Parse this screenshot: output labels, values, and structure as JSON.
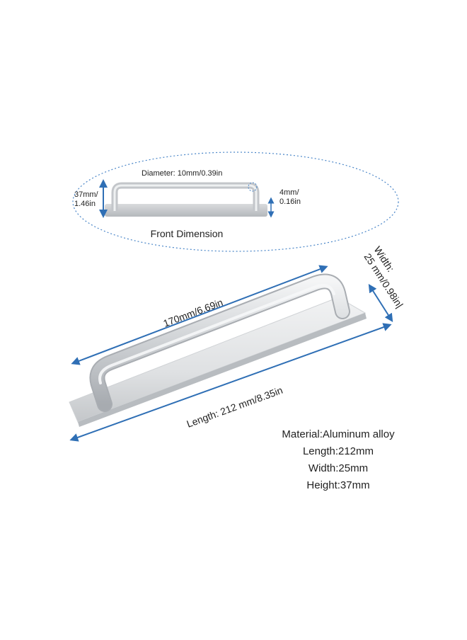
{
  "front_view": {
    "diameter_label": "Diameter: 10mm/0.39in",
    "height_label_line1": "37mm/",
    "height_label_line2": "1.46in",
    "thickness_label_line1": "4mm/",
    "thickness_label_line2": "0.16in",
    "caption": "Front Dimension"
  },
  "main_view": {
    "center_distance_label": "170mm/6.69in",
    "length_label": "Length: 212 mm/8.35in",
    "width_label_line1": "Width:",
    "width_label_line2": "25 mm/0.98in|"
  },
  "specs": {
    "material": "Material:Aluminum alloy",
    "length": "Length:212mm",
    "width": "Width:25mm",
    "height": "Height:37mm"
  },
  "colors": {
    "arrow_blue": "#2f6fb5",
    "dotted_outline": "#4a86c8",
    "metal_light": "#e6e8ea",
    "metal_mid": "#c9ccd0",
    "metal_dark": "#9ea3a8"
  }
}
